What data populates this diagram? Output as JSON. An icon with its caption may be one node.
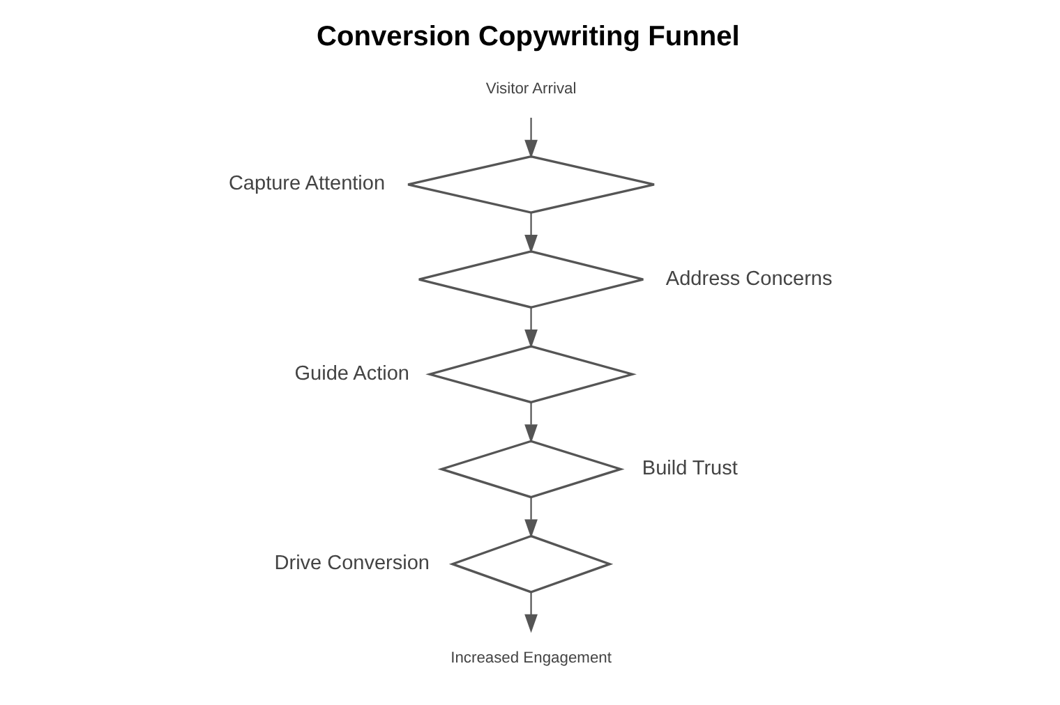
{
  "diagram": {
    "title": "Conversion Copywriting Funnel",
    "nodes": [
      {
        "text": [
          "Visitor Arrival"
        ]
      },
      {
        "text": [],
        "shape": "diamond",
        "beside": [
          "Capture Attention"
        ]
      },
      {
        "text": [],
        "shape": "diamond",
        "beside": [
          "Address Concerns"
        ]
      },
      {
        "text": [],
        "shape": "diamond",
        "beside": [
          "Guide Action"
        ]
      },
      {
        "text": [],
        "shape": "diamond",
        "beside": [
          "Build Trust"
        ]
      },
      {
        "text": [],
        "shape": "diamond",
        "beside": [
          "Drive Conversion"
        ]
      },
      {
        "text": [
          "Increased Engagement"
        ]
      }
    ],
    "edges": [
      {
        "from": 0,
        "to": 1,
        "arrow": "to"
      },
      {
        "from": 1,
        "to": 2,
        "arrow": "to"
      },
      {
        "from": 2,
        "to": 3,
        "arrow": "to"
      },
      {
        "from": 3,
        "to": 4,
        "arrow": "to"
      },
      {
        "from": 4,
        "to": 5,
        "arrow": "to"
      },
      {
        "from": 5,
        "to": 6,
        "arrow": "to"
      }
    ]
  }
}
